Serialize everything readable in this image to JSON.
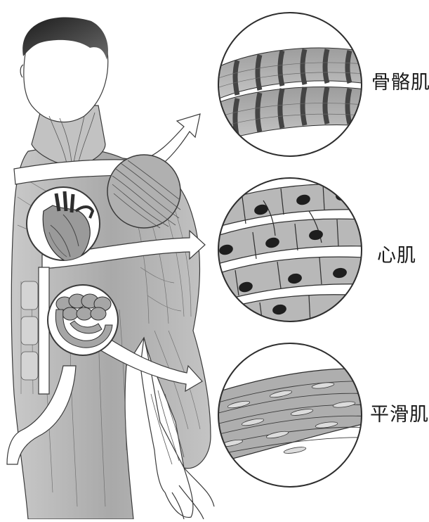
{
  "labels": {
    "skeletal": "骨骼肌",
    "cardiac": "心肌",
    "smooth": "平滑肌"
  },
  "colors": {
    "muscle_fill": "#b9b9b9",
    "muscle_dark": "#8a8a8a",
    "outline": "#3a3a3a",
    "arrow_fill": "#ffffff",
    "nucleus": "#1e1e1e"
  },
  "icons": {
    "body": "human-muscular-torso",
    "heart": "heart-illustration",
    "intestine": "intestine-illustration"
  }
}
